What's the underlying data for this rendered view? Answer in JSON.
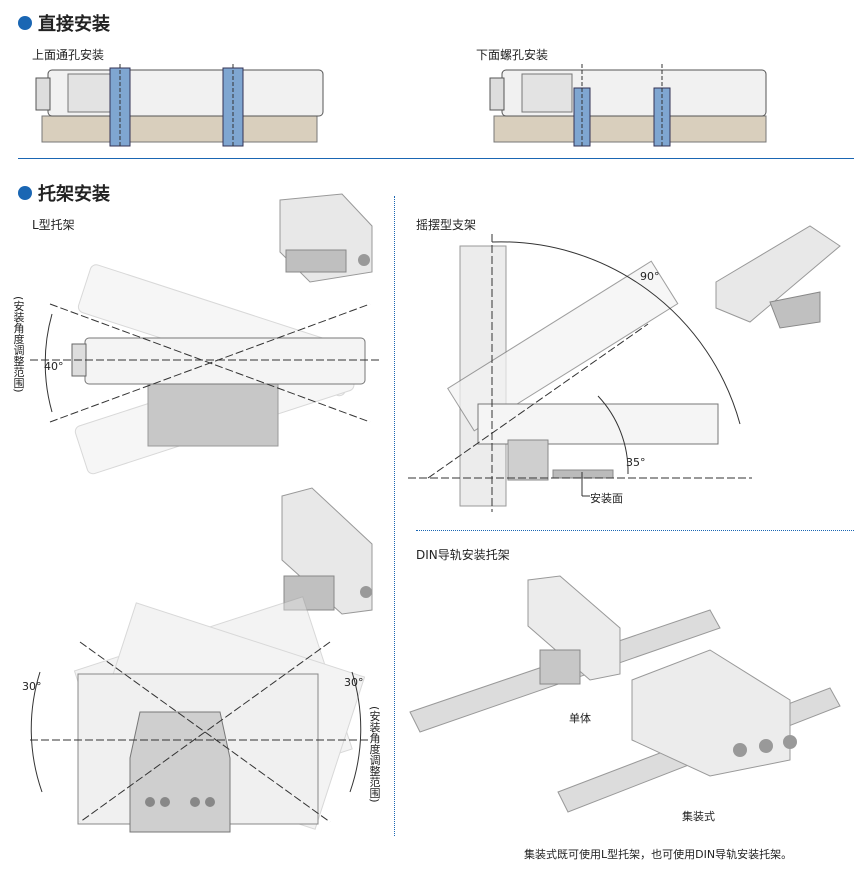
{
  "sections": {
    "direct": {
      "title": "直接安装",
      "top_label": "上面通孔安装",
      "bottom_label": "下面螺孔安装"
    },
    "bracket": {
      "title": "托架安装",
      "l_bracket": "L型托架",
      "swing_bracket": "摇摆型支架",
      "din_bracket": "DIN导轨安装托架",
      "angle_range_label": "(安装角度调整范围)",
      "angle_40": "40°",
      "angle_30_left": "30°",
      "angle_30_right": "30°",
      "angle_90": "90°",
      "angle_35": "35°",
      "mounting_surface": "安装面",
      "single": "单体",
      "manifold": "集装式",
      "footnote": "集装式既可使用L型托架，也可使用DIN导轨安装托架。"
    }
  },
  "colors": {
    "accent": "#1a66b3",
    "bolt": "#7fa6d1",
    "base": "#d9cfbd",
    "device": "#eeeeee"
  }
}
